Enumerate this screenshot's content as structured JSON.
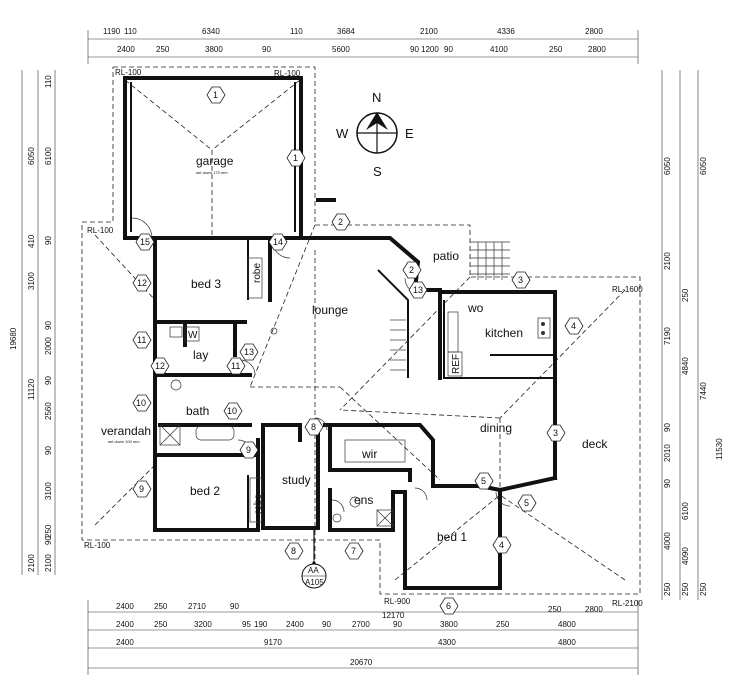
{
  "compass": {
    "n": "N",
    "s": "S",
    "e": "E",
    "w": "W"
  },
  "rooms": {
    "garage": "garage",
    "garage_note": "set down 170 mm",
    "bed3": "bed 3",
    "robe_bed3": "robe",
    "lounge": "lounge",
    "patio": "patio",
    "wo": "wo",
    "kitchen": "kitchen",
    "ref": "REF",
    "lay": "lay",
    "bath": "bath",
    "verandah": "verandah",
    "verandah_note": "set down 100 mm",
    "dining": "dining",
    "deck": "deck",
    "wir": "wir",
    "study": "study",
    "bed2": "bed 2",
    "robe_bed2": "robe",
    "ens": "ens",
    "bed1": "bed 1",
    "w": "W"
  },
  "levels": {
    "rl_garage_left": "RL-100",
    "rl_garage_right": "RL-100",
    "rl_verandah_top": "RL-100",
    "rl_verandah_bottom": "RL-100",
    "rl_deck_top": "RL-1600",
    "rl_bed1_left": "RL-900",
    "rl_bed1_right": "RL-2100"
  },
  "section_mark": {
    "ref": "AA",
    "sheet": "A105"
  },
  "tags": {
    "t1a": "1",
    "t1b": "1",
    "t2": "2",
    "t2b": "2",
    "t3": "3",
    "t3b": "3",
    "t4": "4",
    "t4b": "4",
    "t5a": "5",
    "t5b": "5",
    "t6": "6",
    "t7": "7",
    "t8a": "8",
    "t8b": "8",
    "t9a": "9",
    "t9b": "9",
    "t10a": "10",
    "t10b": "10",
    "t11a": "11",
    "t11b": "11",
    "t12a": "12",
    "t12b": "12",
    "t13a": "13",
    "t13b": "13",
    "t14": "14",
    "t15": "15"
  },
  "dims_top": {
    "r1": [
      "1190",
      "110",
      "6340",
      "110",
      "3684",
      "2100",
      "4336",
      "2800"
    ],
    "r2": [
      "2400",
      "250",
      "3800",
      "90",
      "5600",
      "90",
      "1200",
      "90",
      "4100",
      "250",
      "2800"
    ]
  },
  "dims_bottom": {
    "r1": [
      "2400",
      "250",
      "2710",
      "90",
      "12170",
      "250",
      "2800"
    ],
    "r2": [
      "2400",
      "250",
      "3200",
      "95",
      "190",
      "2400",
      "90",
      "2700",
      "90",
      "3800",
      "250",
      "4800"
    ],
    "r3": [
      "2400",
      "9170",
      "4300",
      "4800"
    ],
    "r4": [
      "20670"
    ]
  },
  "dims_left": {
    "outer": [
      "19680"
    ],
    "mid": [
      "11120"
    ],
    "a": [
      "6050",
      "410",
      "3100",
      "2000",
      "90",
      "2560",
      "90",
      "3100",
      "250",
      "2100"
    ],
    "b": [
      "110",
      "6100",
      "90",
      "90",
      "90",
      "2100"
    ]
  },
  "dims_right": {
    "a": [
      "6050",
      "2100",
      "250",
      "7190",
      "4840",
      "90",
      "2010",
      "90",
      "6100",
      "4000",
      "250",
      "250"
    ],
    "b": [
      "6050",
      "7440",
      "11530",
      "4090",
      "250"
    ]
  }
}
